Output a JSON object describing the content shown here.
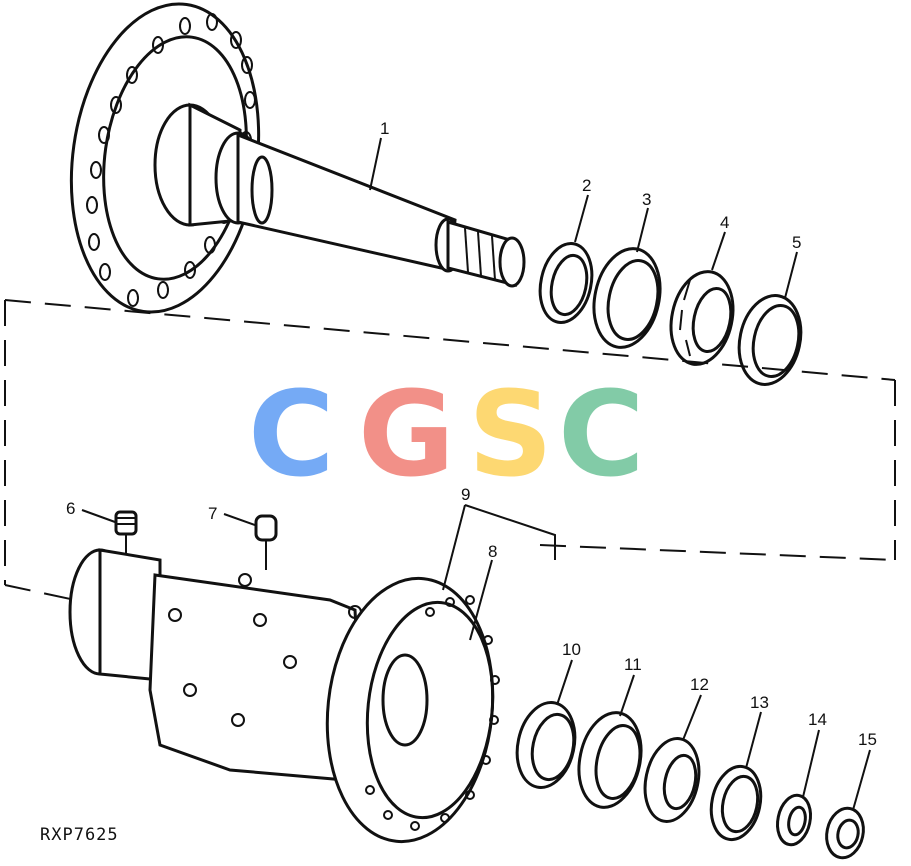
{
  "callouts": [
    "1",
    "2",
    "3",
    "4",
    "5",
    "6",
    "7",
    "8",
    "9",
    "10",
    "11",
    "12",
    "13",
    "14",
    "15"
  ],
  "figure_code": "RXP7625",
  "watermark": {
    "letters": [
      "C",
      "G",
      "S",
      "C"
    ],
    "colors": [
      "#6ea6f5",
      "#f28b82",
      "#fdd66b",
      "#7cc9a3"
    ]
  }
}
